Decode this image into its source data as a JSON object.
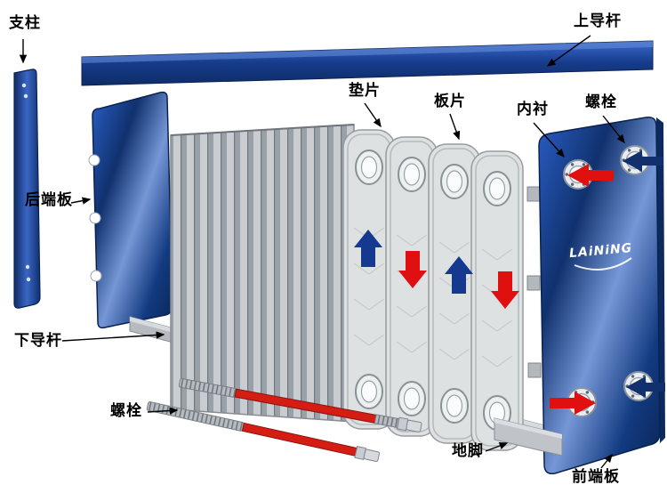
{
  "diagram_title": "plate-heat-exchanger-exploded-view",
  "labels": {
    "support_column": "支柱",
    "upper_guide_rod": "上导杆",
    "gasket": "垫片",
    "plate": "板片",
    "inner_lining": "内衬",
    "bolt_top": "螺栓",
    "rear_end_plate": "后端板",
    "lower_guide_rod": "下导杆",
    "bolt_bottom": "螺栓",
    "foot": "地脚",
    "front_end_plate": "前端板"
  },
  "brand": "LAiNiNG",
  "colors": {
    "plate_blue_dark": "#0f2f72",
    "plate_blue_light": "#5b84cc",
    "flow_red": "#e01010",
    "flow_blue": "#15398f",
    "steel_gray": "#b7bbbf",
    "bolt_red": "#d41e14"
  },
  "flow_arrows": [
    "up-blue",
    "down-red",
    "up-blue",
    "down-red"
  ],
  "port_arrows": [
    "red-left-top",
    "blue-left-top",
    "red-right-bottom",
    "blue-left-bottom"
  ]
}
